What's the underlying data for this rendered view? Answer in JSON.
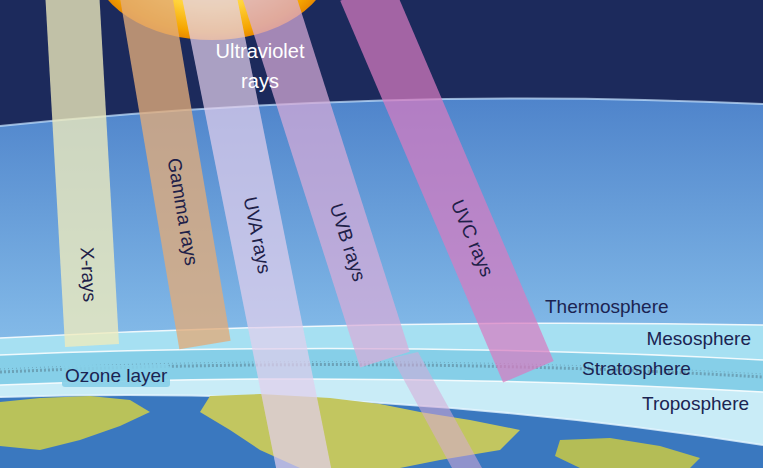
{
  "diagram": {
    "nodes": [
      {
        "text": [
          "X-rays"
        ]
      },
      {
        "text": [
          "Gamma rays"
        ]
      },
      {
        "text": [
          "UVA rays"
        ]
      },
      {
        "text": [
          "UVB rays"
        ]
      },
      {
        "text": [
          "UVC rays"
        ]
      }
    ],
    "labels": [
      "Ultraviolet rays",
      "Thermosphere",
      "Mesosphere",
      "Stratosphere",
      "Troposphere",
      "Ozone layer"
    ]
  }
}
